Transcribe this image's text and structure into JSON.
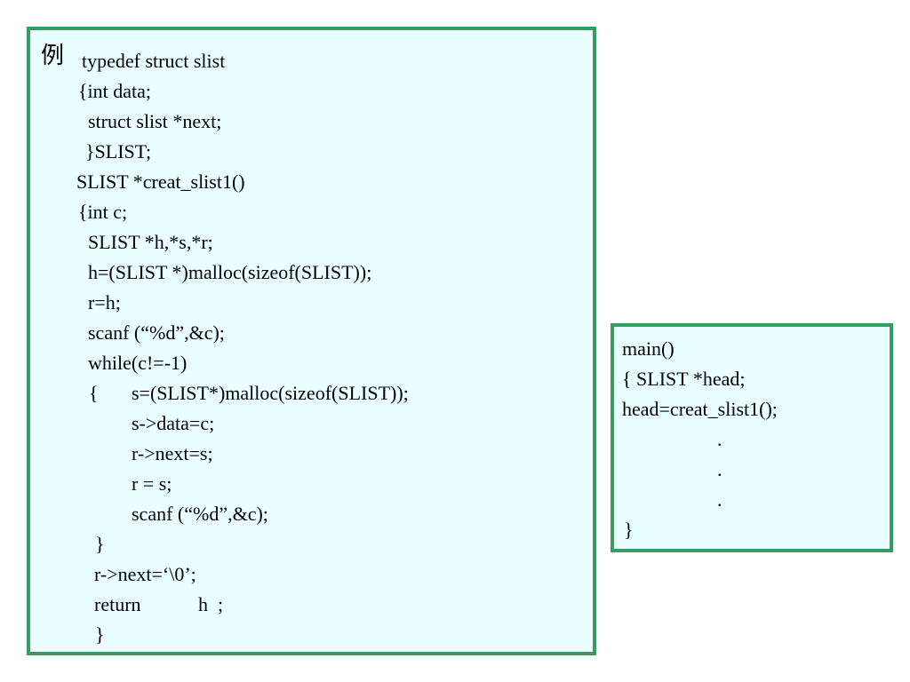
{
  "main_code": {
    "label": "例",
    "lines": [
      "typedef struct slist",
      "{int data;",
      "struct slist *next;",
      "}SLIST;",
      "SLIST *creat_slist1()",
      "{int c;",
      "SLIST *h,*s,*r;",
      "h=(SLIST *)malloc(sizeof(SLIST));",
      "r=h;",
      "scanf (“%d”,&c);",
      "while(c!=-1)",
      "{",
      "s=(SLIST*)malloc(sizeof(SLIST));",
      "s->data=c;",
      "r->next=s;",
      "r = s;",
      "scanf (“%d”,&c);",
      "}",
      "r->next=‘\\0’;",
      "return",
      "h  ;",
      "}"
    ]
  },
  "side_code": {
    "lines": [
      "main()",
      "{ SLIST *head;",
      "head=creat_slist1();",
      ".",
      ".",
      ".",
      "}"
    ]
  }
}
